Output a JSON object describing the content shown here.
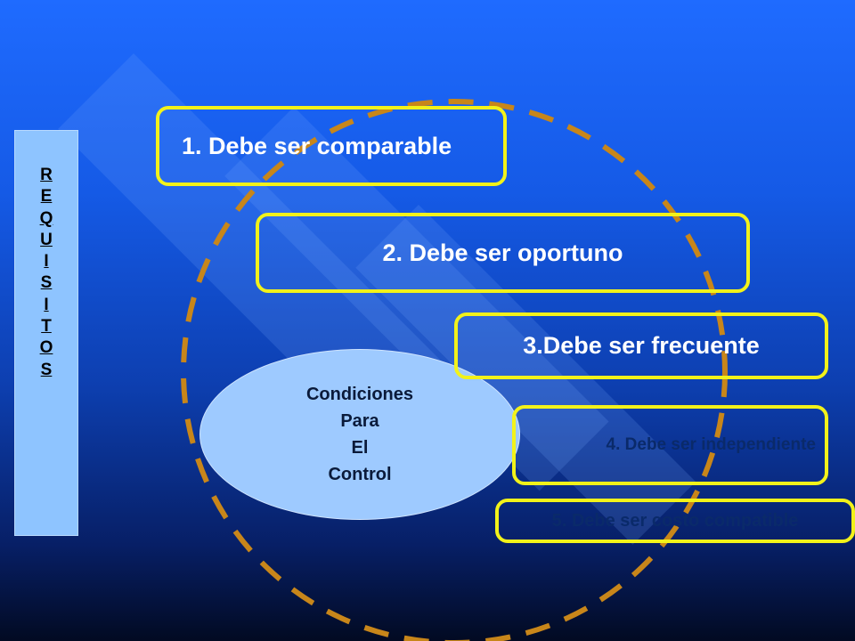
{
  "side_label": [
    "R",
    "E",
    "Q",
    "U",
    "I",
    "S",
    "I",
    "T",
    "O",
    "S"
  ],
  "center": [
    "Condiciones",
    "Para",
    "El",
    "Control"
  ],
  "requirements": [
    "1. Debe ser comparable",
    "2. Debe ser oportuno",
    "3.Debe ser frecuente",
    "4. Debe ser independiente",
    "5. Debe ser costo compatible"
  ],
  "colors": {
    "box_border": "#f2f21a",
    "dashed_circle": "#c8861a",
    "center_fill": "#9ecaff",
    "side_fill": "#8ec4ff"
  }
}
